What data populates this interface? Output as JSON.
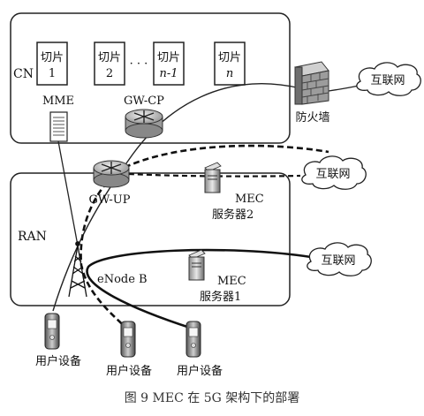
{
  "regions": {
    "cn": "CN",
    "ran": "RAN"
  },
  "slices": [
    {
      "line1": "切片",
      "line2": "1"
    },
    {
      "line1": "切片",
      "line2": "2"
    },
    {
      "line1": "切片",
      "line2": "n-1"
    },
    {
      "line1": "切片",
      "line2": "n"
    }
  ],
  "slice_ellipsis": "· · ·",
  "nodes": {
    "mme": "MME",
    "gw_cp": "GW-CP",
    "gw_up": "GW-UP",
    "firewall": "防火墙",
    "enodeb": "eNode B",
    "mec2_line1": "MEC",
    "mec2_line2": "服务器2",
    "mec1_line1": "MEC",
    "mec1_line2": "服务器1"
  },
  "clouds": [
    "互联网",
    "互联网",
    "互联网"
  ],
  "user_devices": [
    "用户设备",
    "用户设备",
    "用户设备"
  ],
  "caption": "图 9   MEC 在 5G 架构下的部署"
}
